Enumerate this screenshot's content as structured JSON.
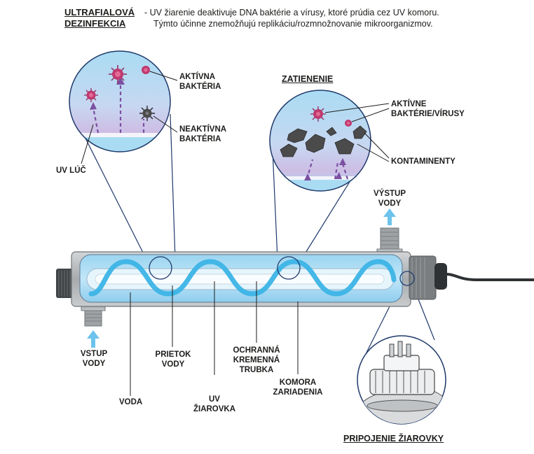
{
  "header": {
    "title_line1": "ULTRAFIALOVÁ",
    "title_line2": "DEZINFEKCIA",
    "desc_line1": "- UV žiarenie deaktivuje DNA baktérie a vírusy, ktoré prúdia cez UV komoru.",
    "desc_line2": "Týmto účinne znemožňujú replikáciu/rozmnožnovanie mikroorganizmov."
  },
  "labels": {
    "active_bacteria_1": "AKTÍVNA",
    "active_bacteria_2": "BAKTÉRIA",
    "inactive_bacteria_1": "NEAKTÍVNA",
    "inactive_bacteria_2": "BAKTÉRIA",
    "uv_ray": "UV LÚČ",
    "shading": "ZATIENENIE",
    "active_viruses_1": "AKTÍVNE",
    "active_viruses_2": "BAKTÉRIE/VÍRUSY",
    "contaminants": "KONTAMINENTY",
    "outlet_1": "VÝSTUP",
    "outlet_2": "VODY",
    "inlet_1": "VSTUP",
    "inlet_2": "VODY",
    "water": "VODA",
    "water_flow_1": "PRIETOK",
    "water_flow_2": "VODY",
    "uv_lamp_1": "UV",
    "uv_lamp_2": "ŽIAROVKA",
    "quartz_1": "OCHRANNÁ",
    "quartz_2": "KREMENNÁ",
    "quartz_3": "TRUBKA",
    "chamber_1": "KOMORA",
    "chamber_2": "ZARIADENIA",
    "lamp_connection": "PRIPOJENIE ŽIAROVKY"
  },
  "colors": {
    "text": "#1d1d1b",
    "water_blue": "#8fd0ef",
    "flow_cyan": "#3cb4e6",
    "uv_purple": "#7b4fa2",
    "lens_outline": "#1f3a6b",
    "metal": "#b5b8bb",
    "arrow_blue": "#6cc3ec"
  }
}
